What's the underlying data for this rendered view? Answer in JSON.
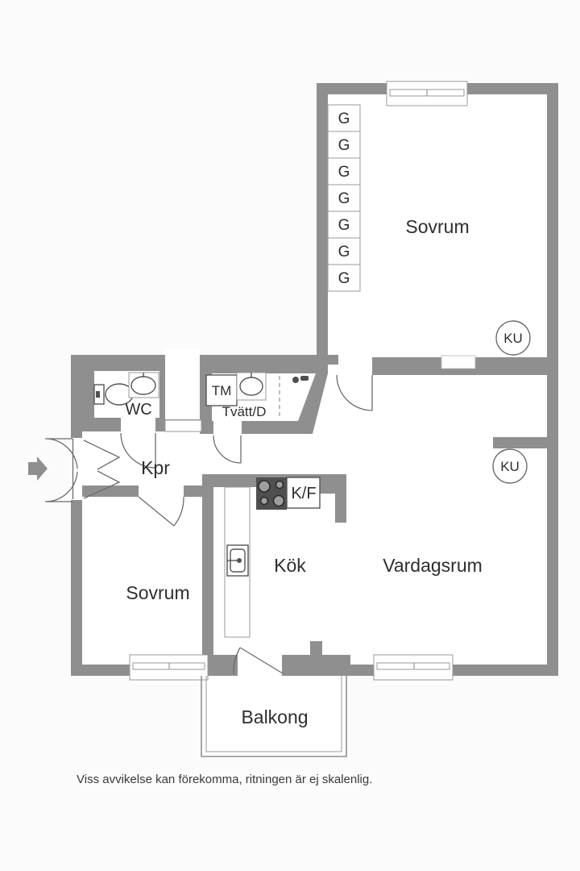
{
  "plan": {
    "colors": {
      "wall": "#8f8f8f",
      "room": "#ffffff",
      "fixture": "#555555",
      "thinline": "#9a9a9a",
      "door": "#6b6b6b",
      "text": "#2e2e2e",
      "stove": "#4f4f4f",
      "burner": "#9e9e9e",
      "bg": "#fbfbfb"
    },
    "rooms": {
      "bedroom_top": "Sovrum",
      "bedroom_left": "Sovrum",
      "living_room": "Vardagsrum",
      "kitchen": "Kök",
      "hallway": "Kpr",
      "wc": "WC",
      "laundry": "Tvätt/D",
      "balcony": "Balkong"
    },
    "fixtures": {
      "washing_machine": "TM",
      "fridge_freezer": "K/F"
    },
    "wardrobes": [
      "G",
      "G",
      "G",
      "G",
      "G",
      "G",
      "G"
    ],
    "ku_badges": [
      "KU",
      "KU"
    ]
  },
  "footer": {
    "disclaimer": "Viss avvikelse kan förekomma, ritningen är ej skalenlig."
  }
}
